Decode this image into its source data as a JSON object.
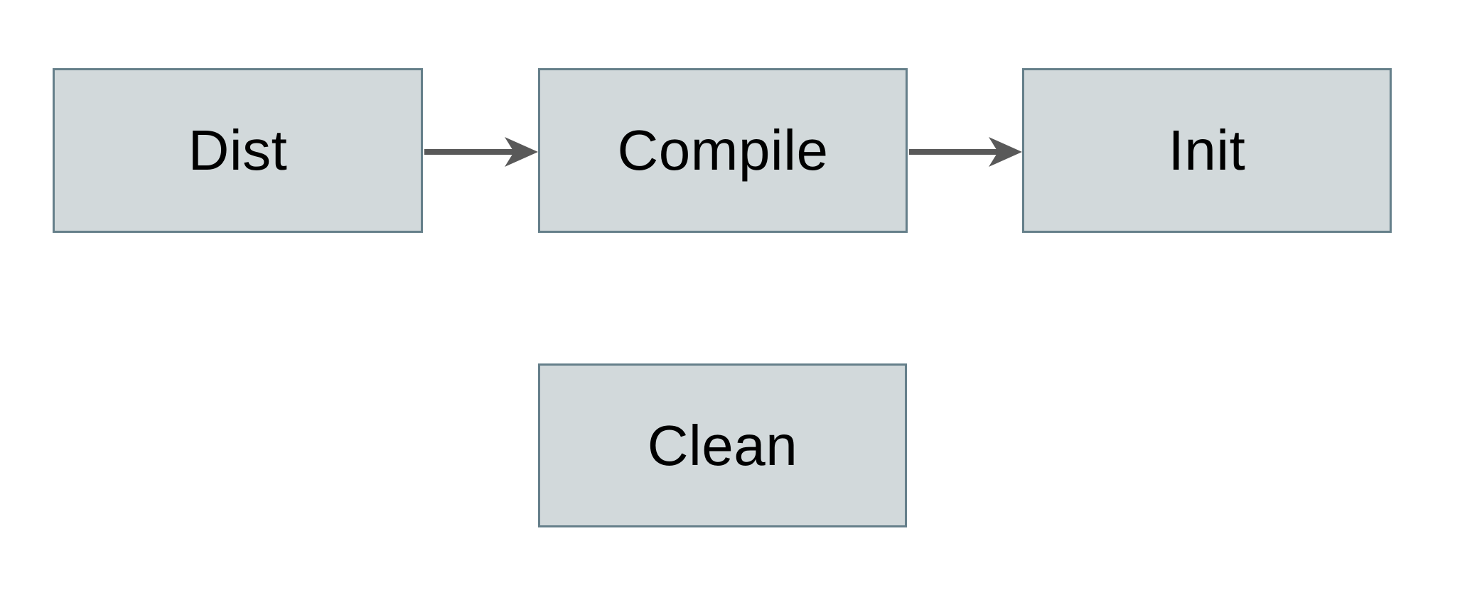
{
  "diagram": {
    "type": "flowchart",
    "colors": {
      "background": "#ffffff",
      "node_fill": "#d2d9db",
      "node_border": "#657f8a",
      "arrow": "#595959",
      "text": "#000000"
    },
    "nodes": [
      {
        "id": "dist",
        "label": "Dist"
      },
      {
        "id": "compile",
        "label": "Compile"
      },
      {
        "id": "init",
        "label": "Init"
      },
      {
        "id": "clean",
        "label": "Clean"
      }
    ],
    "edges": [
      {
        "from": "Dist",
        "to": "Compile",
        "style": "solid-arrow"
      },
      {
        "from": "Compile",
        "to": "Init",
        "style": "solid-arrow"
      }
    ]
  }
}
